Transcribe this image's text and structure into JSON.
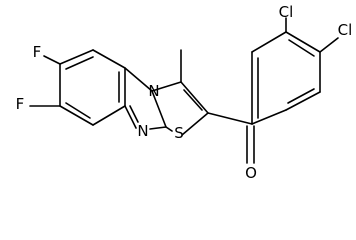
{
  "structure": {
    "atoms": [
      {
        "id": "F1",
        "symbol": "F"
      },
      {
        "id": "F2",
        "symbol": "F"
      },
      {
        "id": "N1",
        "symbol": "N"
      },
      {
        "id": "N2",
        "symbol": "N"
      },
      {
        "id": "S1",
        "symbol": "S"
      },
      {
        "id": "O1",
        "symbol": "O"
      },
      {
        "id": "Cl1",
        "symbol": "Cl"
      },
      {
        "id": "Cl2",
        "symbol": "Cl"
      }
    ]
  }
}
